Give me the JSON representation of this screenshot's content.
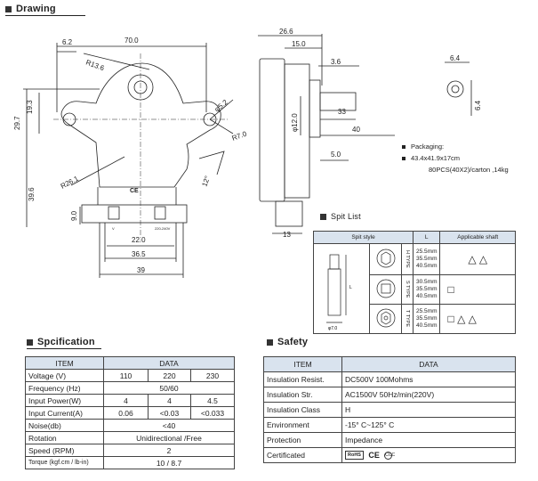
{
  "drawing": {
    "heading": "Drawing",
    "dims": {
      "d62": "6.2",
      "d700": "70.0",
      "r136": "R13.6",
      "d193": "19.3",
      "d297": "29.7",
      "d52": "φ5.2",
      "r70": "R7.0",
      "r261": "R26.1",
      "d12deg": "12°",
      "d396": "39.6",
      "d90": "9.0",
      "d220": "22.0",
      "d365": "36.5",
      "d39": "39",
      "d266": "26.6",
      "d150": "15.0",
      "d36": "3.6",
      "d33": "33",
      "d40": "40",
      "d120": "φ12.0",
      "d50": "5.0",
      "d13": "13",
      "d64a": "6.4",
      "d64b": "6.4",
      "ce": "CE",
      "v": "V",
      "volt": "220-240V"
    }
  },
  "packaging": {
    "title": "Packaging:",
    "lines": [
      "43.4x41.9x17cm",
      "80PCS(40X2)/carton ,14kg"
    ]
  },
  "spit_list": {
    "heading": "Spit List",
    "headers": [
      "Spit style",
      "L",
      "Applicable shaft"
    ],
    "rows": [
      {
        "type": "H TYPE",
        "lengths": [
          "25.5mm",
          "35.5mm",
          "40.5mm"
        ]
      },
      {
        "type": "S TYPE",
        "lengths": [
          "30.5mm",
          "35.5mm",
          "40.5mm"
        ]
      },
      {
        "type": "T TYPE",
        "lengths": [
          "25.5mm",
          "35.5mm",
          "40.5mm"
        ]
      }
    ],
    "shaft_label_l": "L",
    "shaft_label_dia": "φ7.0"
  },
  "specification": {
    "heading": "Spcification",
    "col_item": "ITEM",
    "col_data": "DATA",
    "rows": [
      {
        "label": "Voltage (V)",
        "values": [
          "110",
          "220",
          "230"
        ]
      },
      {
        "label": "Frequency (Hz)",
        "values": [
          "50/60"
        ]
      },
      {
        "label": "Input Power(W)",
        "values": [
          "4",
          "4",
          "4.5"
        ]
      },
      {
        "label": "Input Current(A)",
        "values": [
          "0.06",
          "<0.03",
          "<0.033"
        ]
      },
      {
        "label": "Noise(db)",
        "values": [
          "<40"
        ]
      },
      {
        "label": "Rotation",
        "values": [
          "Unidirectional /Free"
        ]
      },
      {
        "label": "Speed (RPM)",
        "values": [
          "2"
        ]
      },
      {
        "label": "Torque (kgf.cm / lb-in)",
        "values": [
          "10 / 8.7"
        ]
      }
    ]
  },
  "safety": {
    "heading": "Safety",
    "col_item": "ITEM",
    "col_data": "DATA",
    "rows": [
      {
        "label": "Insulation Resist.",
        "value": "DC500V  100Mohms"
      },
      {
        "label": "Insulation Str.",
        "value": "AC1500V 50Hz/min(220V)"
      },
      {
        "label": "Insulation Class",
        "value": "H"
      },
      {
        "label": "Environment",
        "value": "-15° C~125° C"
      },
      {
        "label": "Protection",
        "value": "Impedance"
      },
      {
        "label": "Certificated",
        "value": ""
      }
    ],
    "cert_marks": [
      "RoHS",
      "CE",
      "CCC"
    ]
  }
}
